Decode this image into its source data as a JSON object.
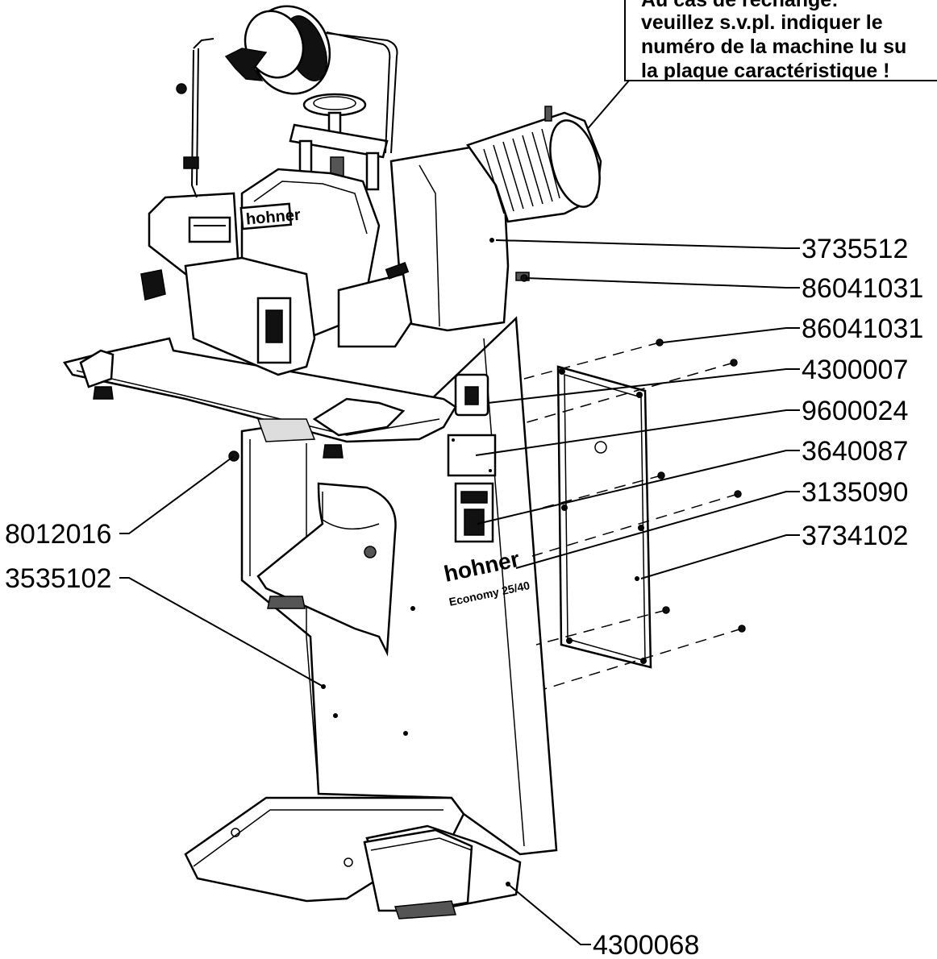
{
  "note": {
    "lines": [
      "Au cas de rechange:",
      "veuillez s.v.pl. indiquer le",
      "numéro de la machine lu su",
      "la plaque caractéristique !"
    ]
  },
  "branding": {
    "name": "hohner",
    "model": "Economy 25/40"
  },
  "callouts": [
    {
      "id": "c1",
      "number": "3735512"
    },
    {
      "id": "c2",
      "number": "86041031"
    },
    {
      "id": "c3",
      "number": "86041031"
    },
    {
      "id": "c4",
      "number": "4300007"
    },
    {
      "id": "c5",
      "number": "9600024"
    },
    {
      "id": "c6",
      "number": "3640087"
    },
    {
      "id": "c7",
      "number": "3135090"
    },
    {
      "id": "c8",
      "number": "3734102"
    },
    {
      "id": "c9",
      "number": "8012016"
    },
    {
      "id": "c10",
      "number": "3535102"
    },
    {
      "id": "c11",
      "number": "4300068"
    }
  ]
}
